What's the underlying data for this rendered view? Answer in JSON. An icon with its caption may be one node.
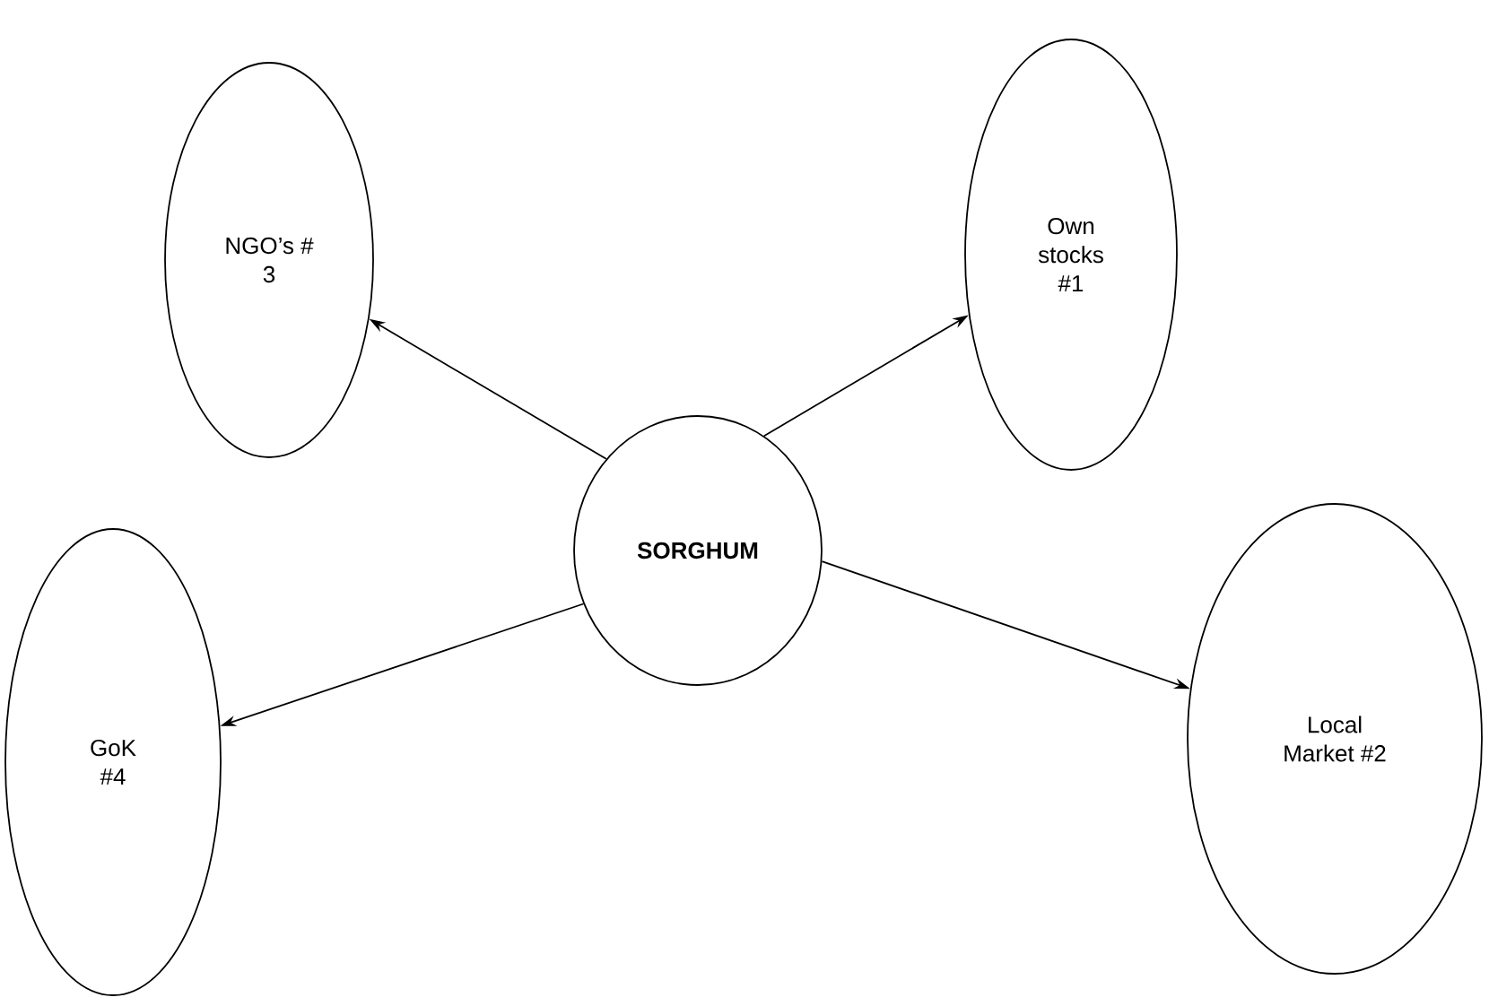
{
  "diagram": {
    "nodes": [
      {
        "text": [
          "SORGHUM"
        ]
      },
      {
        "text": [
          "NGO’s # 3"
        ]
      },
      {
        "text": [
          "Own stocks #1"
        ]
      },
      {
        "text": [
          "Local Market #2"
        ]
      },
      {
        "text": [
          "GoK #4"
        ]
      }
    ],
    "edges": [
      {
        "from": 0,
        "to": 1,
        "arrow": "to"
      },
      {
        "from": 0,
        "to": 2,
        "arrow": "to"
      },
      {
        "from": 0,
        "to": 3,
        "arrow": "to"
      },
      {
        "from": 0,
        "to": 4,
        "arrow": "to"
      }
    ]
  }
}
